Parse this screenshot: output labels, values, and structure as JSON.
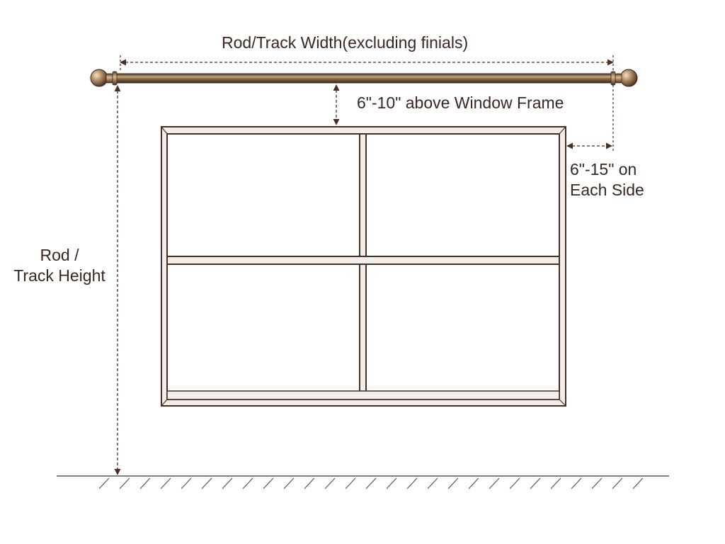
{
  "labels": {
    "rod_width": "Rod/Track Width(excluding finials)",
    "above_frame": "6\"-10\" above Window Frame",
    "side_line1": "6\"-15\" on",
    "side_line2": "Each Side",
    "height_line1": "Rod /",
    "height_line2": "Track Height"
  },
  "colors": {
    "text": "#3a2820",
    "line": "#4a2e22",
    "frame": "#4a2e22",
    "frame_fill": "#f1eeec",
    "rod_dark": "#6b4a2e",
    "rod_light": "#e6cfa6",
    "ground": "#555555"
  }
}
